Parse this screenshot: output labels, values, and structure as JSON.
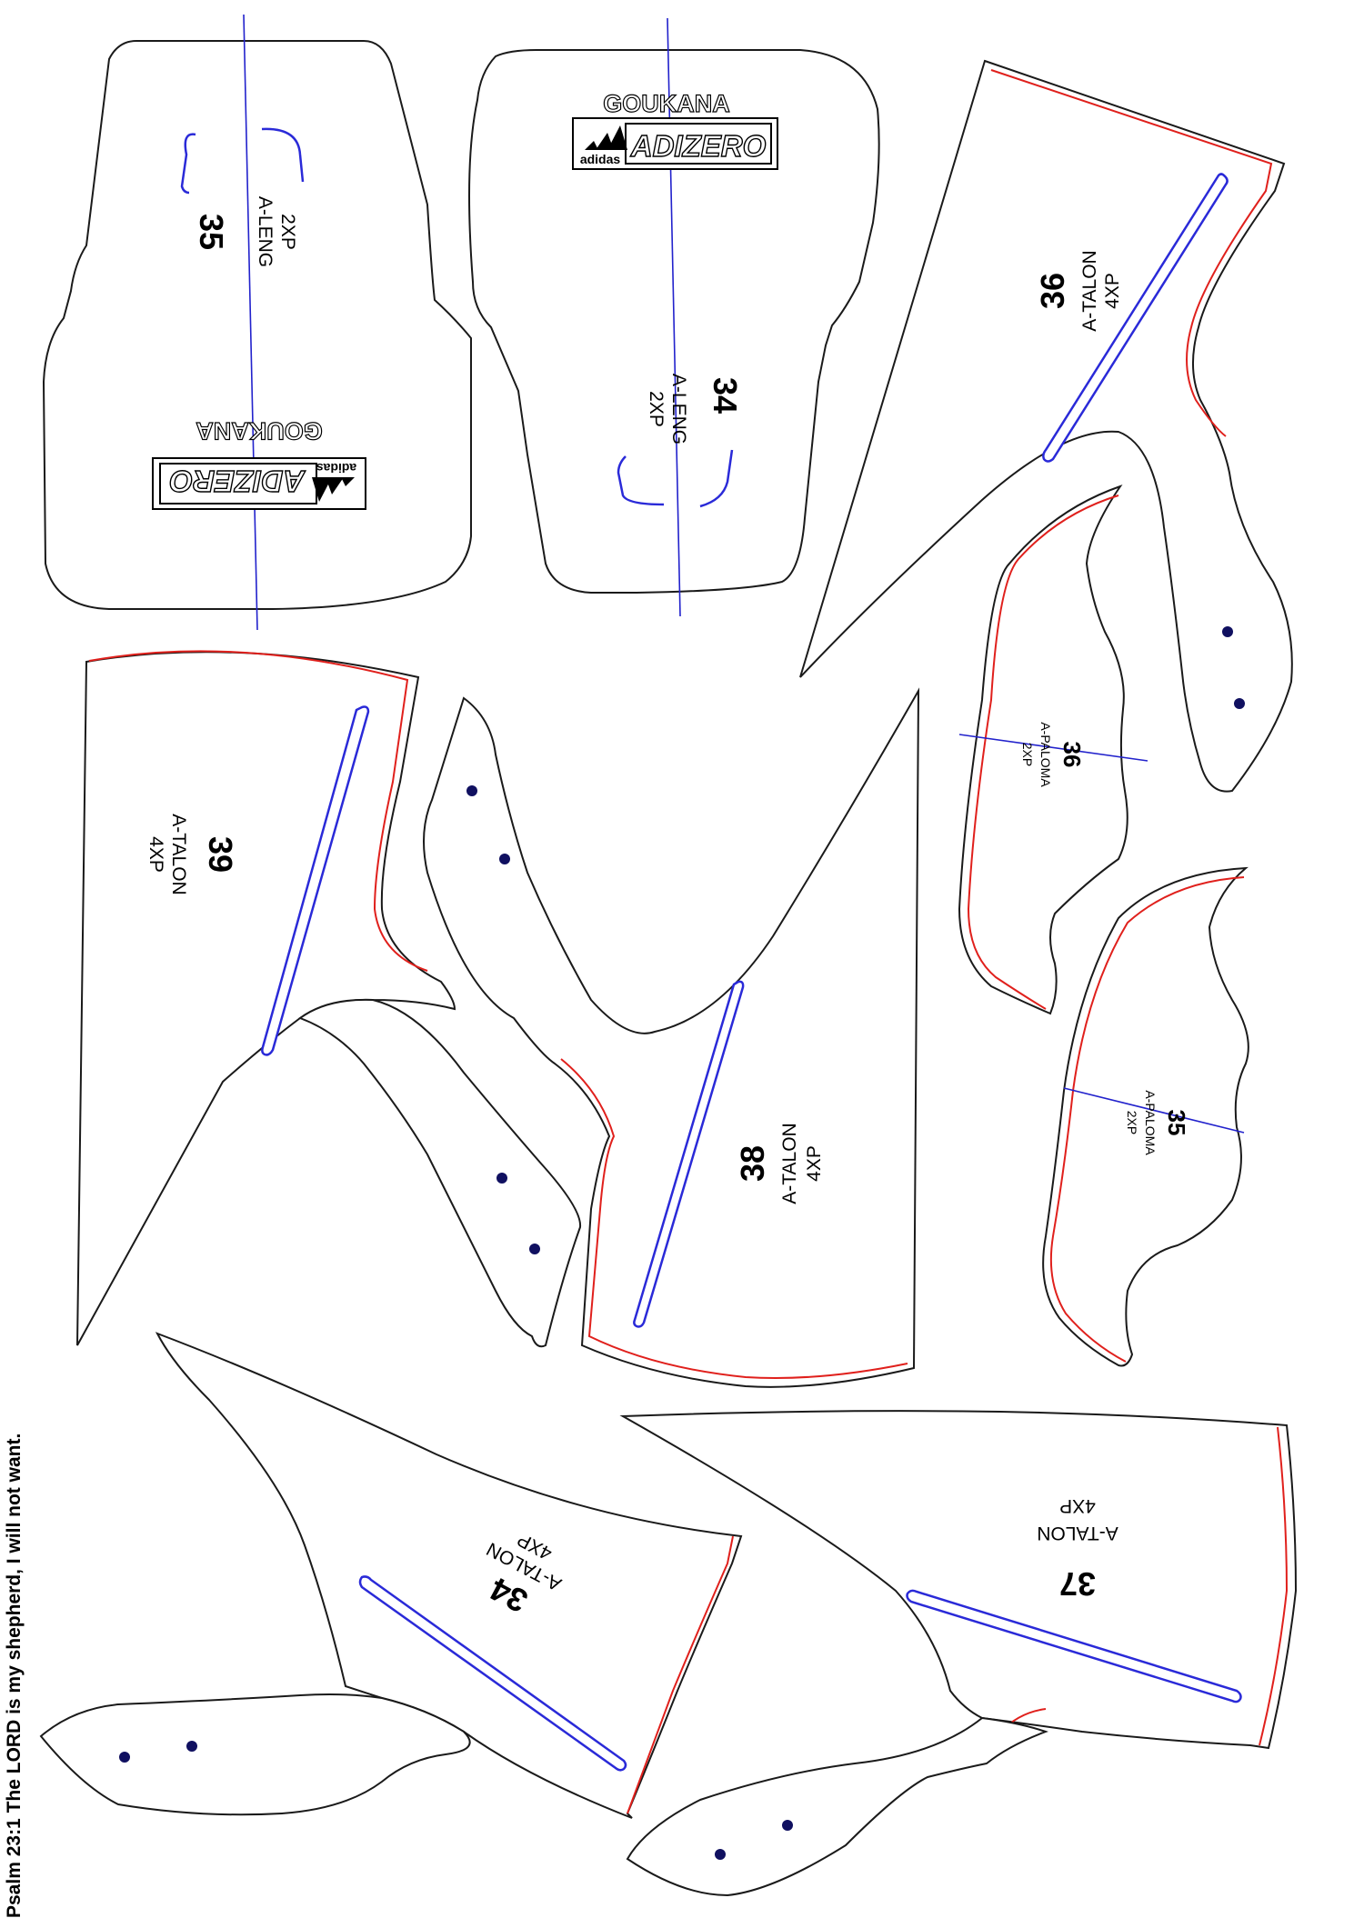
{
  "caption": "Psalm 23:1 The LORD is my shepherd, I will not want.",
  "brand": {
    "name": "GOUKANA",
    "logo": "ADIZERO",
    "maker": "adidas"
  },
  "pieces": [
    {
      "id": "leng-35",
      "number": "35",
      "name": "A-LENG",
      "qty": "2XP"
    },
    {
      "id": "leng-34",
      "number": "34",
      "name": "A-LENG",
      "qty": "2XP"
    },
    {
      "id": "talon-36",
      "number": "36",
      "name": "A-TALON",
      "qty": "4XP"
    },
    {
      "id": "talon-39",
      "number": "39",
      "name": "A-TALON",
      "qty": "4XP"
    },
    {
      "id": "talon-38",
      "number": "38",
      "name": "A-TALON",
      "qty": "4XP"
    },
    {
      "id": "paloma-36",
      "number": "36",
      "name": "A-PALOMA",
      "qty": "2XP"
    },
    {
      "id": "paloma-35",
      "number": "35",
      "name": "A-PALOMA",
      "qty": "2XP"
    },
    {
      "id": "talon-34",
      "number": "34",
      "name": "A-TALON",
      "qty": "4XP"
    },
    {
      "id": "talon-37",
      "number": "37",
      "name": "A-TALON",
      "qty": "4XP"
    }
  ],
  "colors": {
    "outline": "#1a1a1a",
    "seam": "#e0201c",
    "marking": "#2a2ad8",
    "punch_hole": "#101060"
  }
}
